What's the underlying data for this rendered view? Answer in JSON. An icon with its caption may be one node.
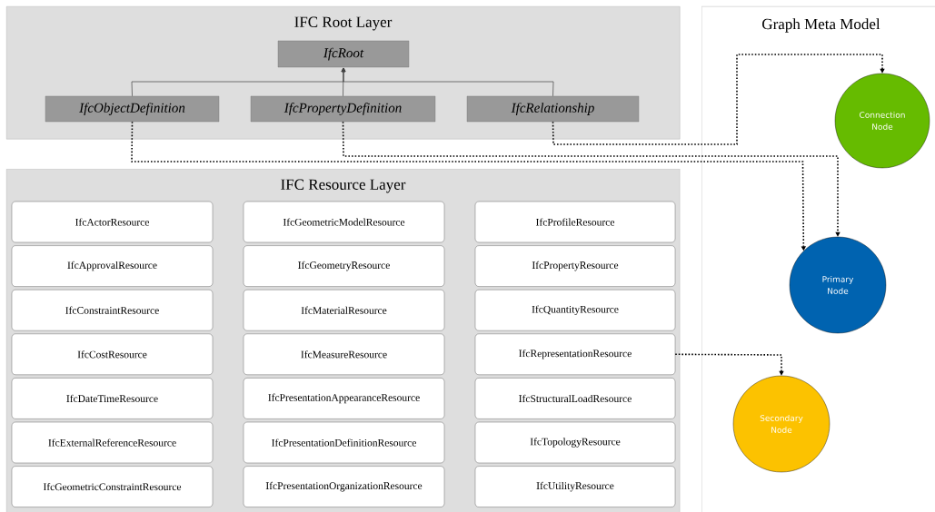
{
  "diagram": {
    "nodes": [
      {
        "text": [
          "IFC Root Layer"
        ]
      },
      {
        "text": [
          "IfcRoot"
        ],
        "in": 0
      },
      {
        "text": [
          "IfcObjectDefinition"
        ],
        "in": 0
      },
      {
        "text": [
          "IfcPropertyDefinition"
        ],
        "in": 0
      },
      {
        "text": [
          "IfcRelationship"
        ],
        "in": 0
      },
      {
        "text": [
          "IFC Resource Layer"
        ]
      },
      {
        "text": [
          "IfcActorResource"
        ],
        "in": 5
      },
      {
        "text": [
          "IfcGeometricModelResource"
        ],
        "in": 5
      },
      {
        "text": [
          "IfcProfileResource"
        ],
        "in": 5
      },
      {
        "text": [
          "IfcApprovalResource"
        ],
        "in": 5
      },
      {
        "text": [
          "IfcGeometryResource"
        ],
        "in": 5
      },
      {
        "text": [
          "IfcPropertyResource"
        ],
        "in": 5
      },
      {
        "text": [
          "IfcConstraintResource"
        ],
        "in": 5
      },
      {
        "text": [
          "IfcMaterialResource"
        ],
        "in": 5
      },
      {
        "text": [
          "IfcQuantityResource"
        ],
        "in": 5
      },
      {
        "text": [
          "IfcCostResource"
        ],
        "in": 5
      },
      {
        "text": [
          "IfcMeasureResource"
        ],
        "in": 5
      },
      {
        "text": [
          "IfcRepresentationResource"
        ],
        "in": 5
      },
      {
        "text": [
          "IfcDateTimeResource"
        ],
        "in": 5
      },
      {
        "text": [
          "IfcPresentationAppearanceResource"
        ],
        "in": 5
      },
      {
        "text": [
          "IfcStructuralLoadResource"
        ],
        "in": 5
      },
      {
        "text": [
          "IfcExternalReferenceResource"
        ],
        "in": 5
      },
      {
        "text": [
          "IfcPresentationDefinitionResource"
        ],
        "in": 5
      },
      {
        "text": [
          "IfcTopologyResource"
        ],
        "in": 5
      },
      {
        "text": [
          "IfcGeometricConstraintResource"
        ],
        "in": 5
      },
      {
        "text": [
          "IfcPresentationOrganizationResource"
        ],
        "in": 5
      },
      {
        "text": [
          "IfcUtilityResource"
        ],
        "in": 5
      },
      {
        "text": [
          "Graph Meta Model"
        ]
      },
      {
        "text": [
          "Connection Node"
        ],
        "in": 27
      },
      {
        "text": [
          "Primary Node"
        ],
        "in": 27
      },
      {
        "text": [
          "Secondary Node"
        ],
        "in": 27
      }
    ],
    "edges": [
      {
        "from": 2,
        "to": 1,
        "arrow": "to"
      },
      {
        "from": 3,
        "to": 1,
        "arrow": "to"
      },
      {
        "from": 4,
        "to": 1,
        "arrow": "to"
      },
      {
        "from": 2,
        "to": 29,
        "arrow": "to",
        "style": "dashed"
      },
      {
        "from": 3,
        "to": 29,
        "arrow": "to",
        "style": "dashed"
      },
      {
        "from": 4,
        "to": 28,
        "arrow": "to",
        "style": "dashed"
      },
      {
        "from": 17,
        "to": 30,
        "arrow": "to",
        "style": "dashed"
      }
    ]
  }
}
